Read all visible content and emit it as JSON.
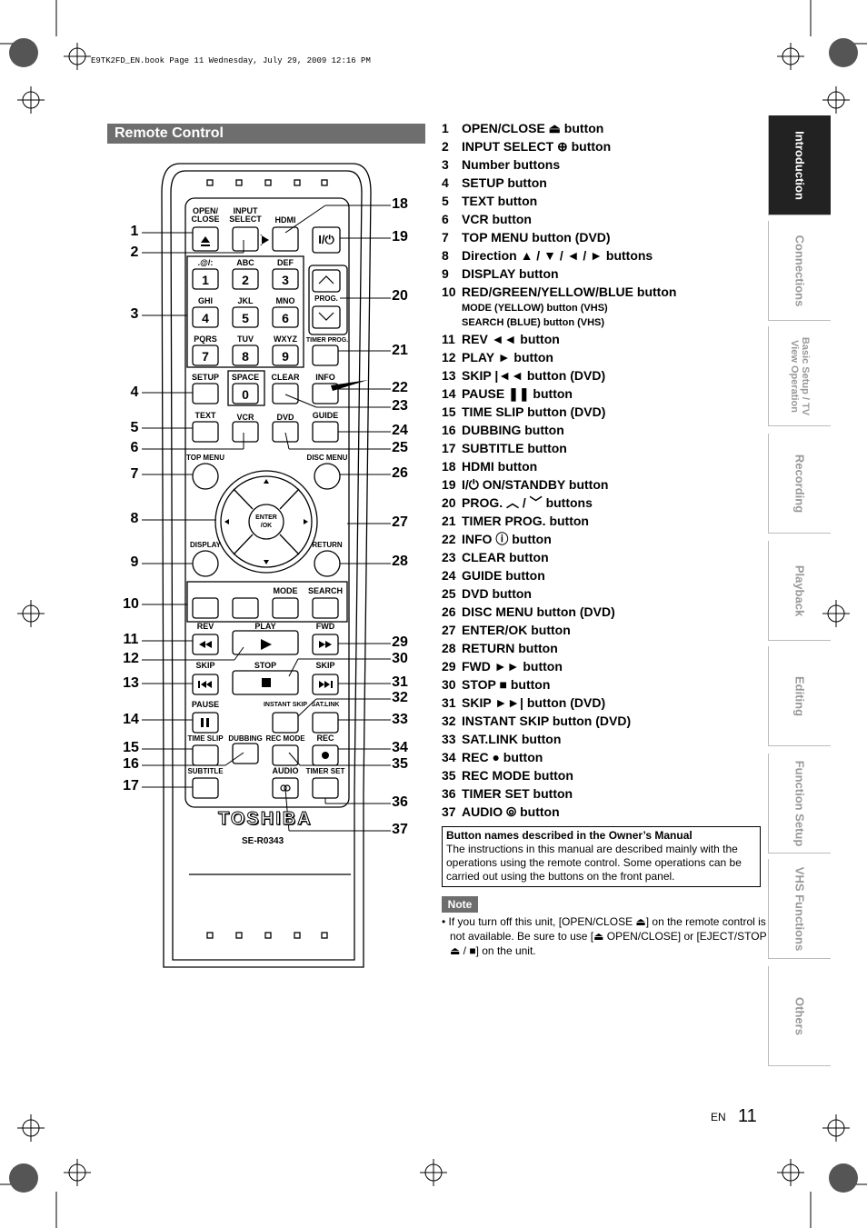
{
  "header_info": "E9TK2FD_EN.book  Page 11  Wednesday, July 29, 2009  12:16 PM",
  "section_title": "Remote Control",
  "remote": {
    "labels": {
      "open_close": "OPEN/\nCLOSE",
      "input_select": "INPUT\nSELECT",
      "hdmi": "HDMI",
      "k1": ".@/:",
      "k2": "ABC",
      "k3": "DEF",
      "k4": "GHI",
      "k5": "JKL",
      "k6": "MNO",
      "k7": "PQRS",
      "k8": "TUV",
      "k9": "WXYZ",
      "prog": "PROG.",
      "timer_prog": "TIMER PROG.",
      "setup": "SETUP",
      "space": "SPACE",
      "clear": "CLEAR",
      "info": "INFO",
      "text": "TEXT",
      "vcr": "VCR",
      "dvd": "DVD",
      "guide": "GUIDE",
      "top_menu": "TOP MENU",
      "disc_menu": "DISC MENU",
      "enter": "ENTER\n/OK",
      "display": "DISPLAY",
      "return": "RETURN",
      "mode": "MODE",
      "search": "SEARCH",
      "rev": "REV",
      "play": "PLAY",
      "fwd": "FWD",
      "skip_l": "SKIP",
      "stop": "STOP",
      "skip_r": "SKIP",
      "pause": "PAUSE",
      "instant_skip": "INSTANT SKIP",
      "sat_link": "SAT.LINK",
      "time_slip": "TIME SLIP",
      "dubbing": "DUBBING",
      "rec_mode": "REC MODE",
      "rec": "REC",
      "subtitle": "SUBTITLE",
      "audio": "AUDIO",
      "timer_set": "TIMER SET",
      "brand": "TOSHIBA",
      "model": "SE-R0343"
    },
    "digits": [
      "1",
      "2",
      "3",
      "4",
      "5",
      "6",
      "7",
      "8",
      "9",
      "0"
    ],
    "standby_symbol": "I/⏻"
  },
  "callouts_left": [
    "1",
    "2",
    "3",
    "4",
    "5",
    "6",
    "7",
    "8",
    "9",
    "10",
    "11",
    "12",
    "13",
    "14",
    "15",
    "16",
    "17"
  ],
  "callouts_right": [
    "18",
    "19",
    "20",
    "21",
    "22",
    "23",
    "24",
    "25",
    "26",
    "27",
    "28",
    "29",
    "30",
    "31",
    "32",
    "33",
    "34",
    "35",
    "36",
    "37"
  ],
  "button_list": [
    {
      "n": "1",
      "t": "OPEN/CLOSE ⏏ button"
    },
    {
      "n": "2",
      "t": "INPUT SELECT ⊕ button"
    },
    {
      "n": "3",
      "t": "Number buttons"
    },
    {
      "n": "4",
      "t": "SETUP button"
    },
    {
      "n": "5",
      "t": "TEXT button"
    },
    {
      "n": "6",
      "t": "VCR button"
    },
    {
      "n": "7",
      "t": "TOP MENU button (DVD)"
    },
    {
      "n": "8",
      "t": "Direction ▲ / ▼ / ◄ / ► buttons"
    },
    {
      "n": "9",
      "t": "DISPLAY button"
    },
    {
      "n": "10",
      "t": "RED/GREEN/YELLOW/BLUE button",
      "sub": [
        "MODE (YELLOW) button (VHS)",
        "SEARCH (BLUE) button (VHS)"
      ]
    },
    {
      "n": "11",
      "t": "REV ◄◄ button"
    },
    {
      "n": "12",
      "t": "PLAY ► button"
    },
    {
      "n": "13",
      "t": "SKIP |◄◄ button (DVD)"
    },
    {
      "n": "14",
      "t": "PAUSE ❚❚ button"
    },
    {
      "n": "15",
      "t": "TIME SLIP button (DVD)"
    },
    {
      "n": "16",
      "t": "DUBBING button"
    },
    {
      "n": "17",
      "t": "SUBTITLE button"
    },
    {
      "n": "18",
      "t": "HDMI button"
    },
    {
      "n": "19",
      "t": "I/⏻ ON/STANDBY button"
    },
    {
      "n": "20",
      "t": "PROG. ︿ / ﹀ buttons"
    },
    {
      "n": "21",
      "t": "TIMER PROG. button"
    },
    {
      "n": "22",
      "t": "INFO ⓘ button"
    },
    {
      "n": "23",
      "t": "CLEAR button"
    },
    {
      "n": "24",
      "t": "GUIDE button"
    },
    {
      "n": "25",
      "t": "DVD button"
    },
    {
      "n": "26",
      "t": "DISC MENU button (DVD)"
    },
    {
      "n": "27",
      "t": "ENTER/OK button"
    },
    {
      "n": "28",
      "t": "RETURN button"
    },
    {
      "n": "29",
      "t": "FWD ►► button"
    },
    {
      "n": "30",
      "t": "STOP ■ button"
    },
    {
      "n": "31",
      "t": "SKIP ►►| button (DVD)"
    },
    {
      "n": "32",
      "t": "INSTANT SKIP button (DVD)"
    },
    {
      "n": "33",
      "t": "SAT.LINK button"
    },
    {
      "n": "34",
      "t": "REC ● button"
    },
    {
      "n": "35",
      "t": "REC MODE button"
    },
    {
      "n": "36",
      "t": "TIMER SET button"
    },
    {
      "n": "37",
      "t": "AUDIO ⦾ button"
    }
  ],
  "note_box": {
    "title": "Button names described in the Owner’s Manual",
    "text": "The instructions in this manual are described mainly with the operations using the remote control. Some operations can be carried out using the buttons on the front panel."
  },
  "note_tag": "Note",
  "note_text": "• If you turn off this unit, [OPEN/CLOSE ⏏] on the remote control is not available. Be sure to use [⏏ OPEN/CLOSE] or [EJECT/STOP ⏏ / ■] on the unit.",
  "tabs": [
    "Introduction",
    "Connections",
    "Basic Setup / TV View Operation",
    "Recording",
    "Playback",
    "Editing",
    "Function Setup",
    "VHS Functions",
    "Others"
  ],
  "footer": {
    "lang": "EN",
    "page": "11"
  }
}
